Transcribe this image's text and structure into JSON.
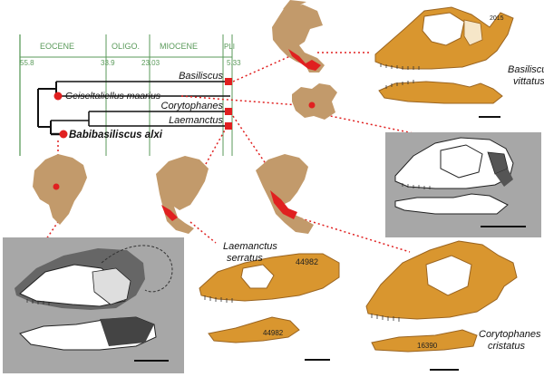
{
  "timescale": {
    "epochs": [
      "EOCENE",
      "OLIGO.",
      "MIOCENE",
      "PLI"
    ],
    "ages": [
      "55.8",
      "33.9",
      "23.03",
      "5.33"
    ]
  },
  "taxa": {
    "basiliscus": "Basiliscus",
    "geiseltaliellus": "Geiseltaliellus maarius",
    "corytophanes": "Corytophanes",
    "laemanctus": "Laemanctus",
    "babibasiliscus": "Babibasiliscus alxi"
  },
  "specimen_labels": {
    "basiliscus_genus": "Basiliscus",
    "basiliscus_species": "vittatus",
    "laemanctus_genus": "Laemanctus",
    "laemanctus_species": "serratus",
    "corytophanes_genus": "Corytophanes",
    "corytophanes_species": "cristatus"
  },
  "specimen_numbers": {
    "basiliscus_tag": "2015",
    "laemanctus_skull": "44982",
    "laemanctus_jaw": "44982",
    "corytophanes_jaw": "16390"
  },
  "colors": {
    "timescale_green": "#5a9a5a",
    "map_tan": "#c29a6b",
    "locality_red": "#e02020",
    "bone_orange": "#d9962f",
    "panel_gray": "#a7a7a7"
  }
}
